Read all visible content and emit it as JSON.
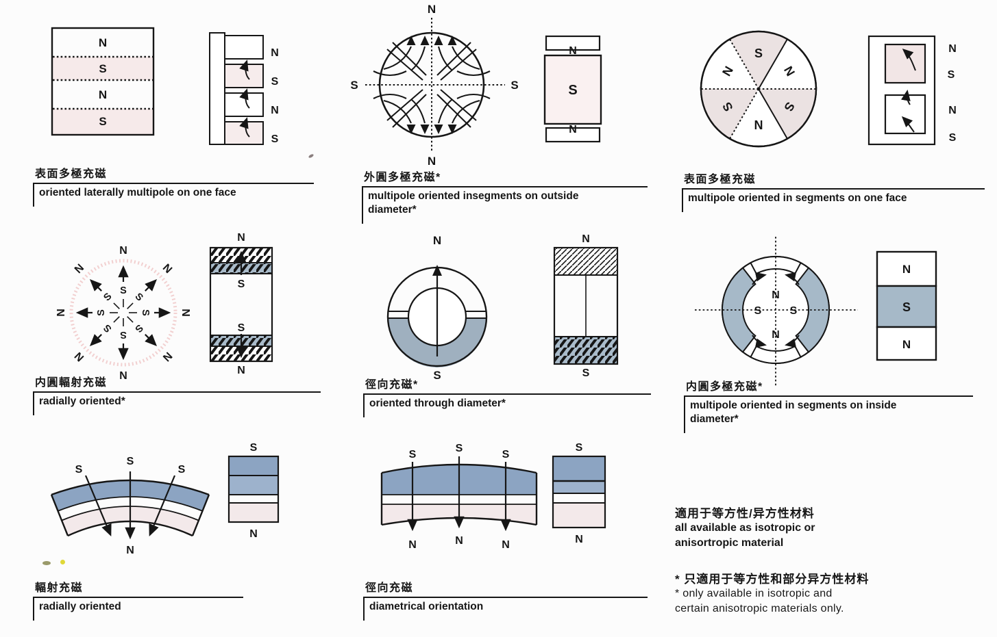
{
  "letters": {
    "n": "N",
    "s": "S"
  },
  "cells": [
    {
      "zh": "表面多極充磁",
      "en": "oriented laterally multipole on one face"
    },
    {
      "zh": "外圓多極充磁*",
      "en": "multipole oriented insegments on outside diameter*"
    },
    {
      "zh": "表面多極充磁",
      "en": "multipole oriented in segments on one face"
    },
    {
      "zh": "内圓輻射充磁",
      "en": "radially oriented*"
    },
    {
      "zh": "徑向充磁*",
      "en": "oriented through diameter*"
    },
    {
      "zh": "内圓多極充磁*",
      "en": "multipole oriented in segments on inside diameter*"
    },
    {
      "zh": "輻射充磁",
      "en": "radially oriented"
    },
    {
      "zh": "徑向充磁",
      "en": "diametrical orientation"
    }
  ],
  "notes": {
    "zh1": "適用于等方性/异方性材料",
    "en1": "all available as isotropic or anisortropic material",
    "zh2": "* 只適用于等方性和部分异方性材料",
    "en2": "* only available in isotropic and certain anisotropic materials only."
  },
  "colors": {
    "ink": "#161616",
    "pink_band": "#f6eaea",
    "pale_pink": "#faf1f1",
    "blue_gray": "#9fb0bf",
    "blue_segment": "#a6b9c8",
    "arc_blue": "#8ca4c2",
    "arc_pink": "#f3e9ea",
    "radial_ring_pink": "#f2d0d0",
    "hatch_blue": "#a9bbca"
  }
}
